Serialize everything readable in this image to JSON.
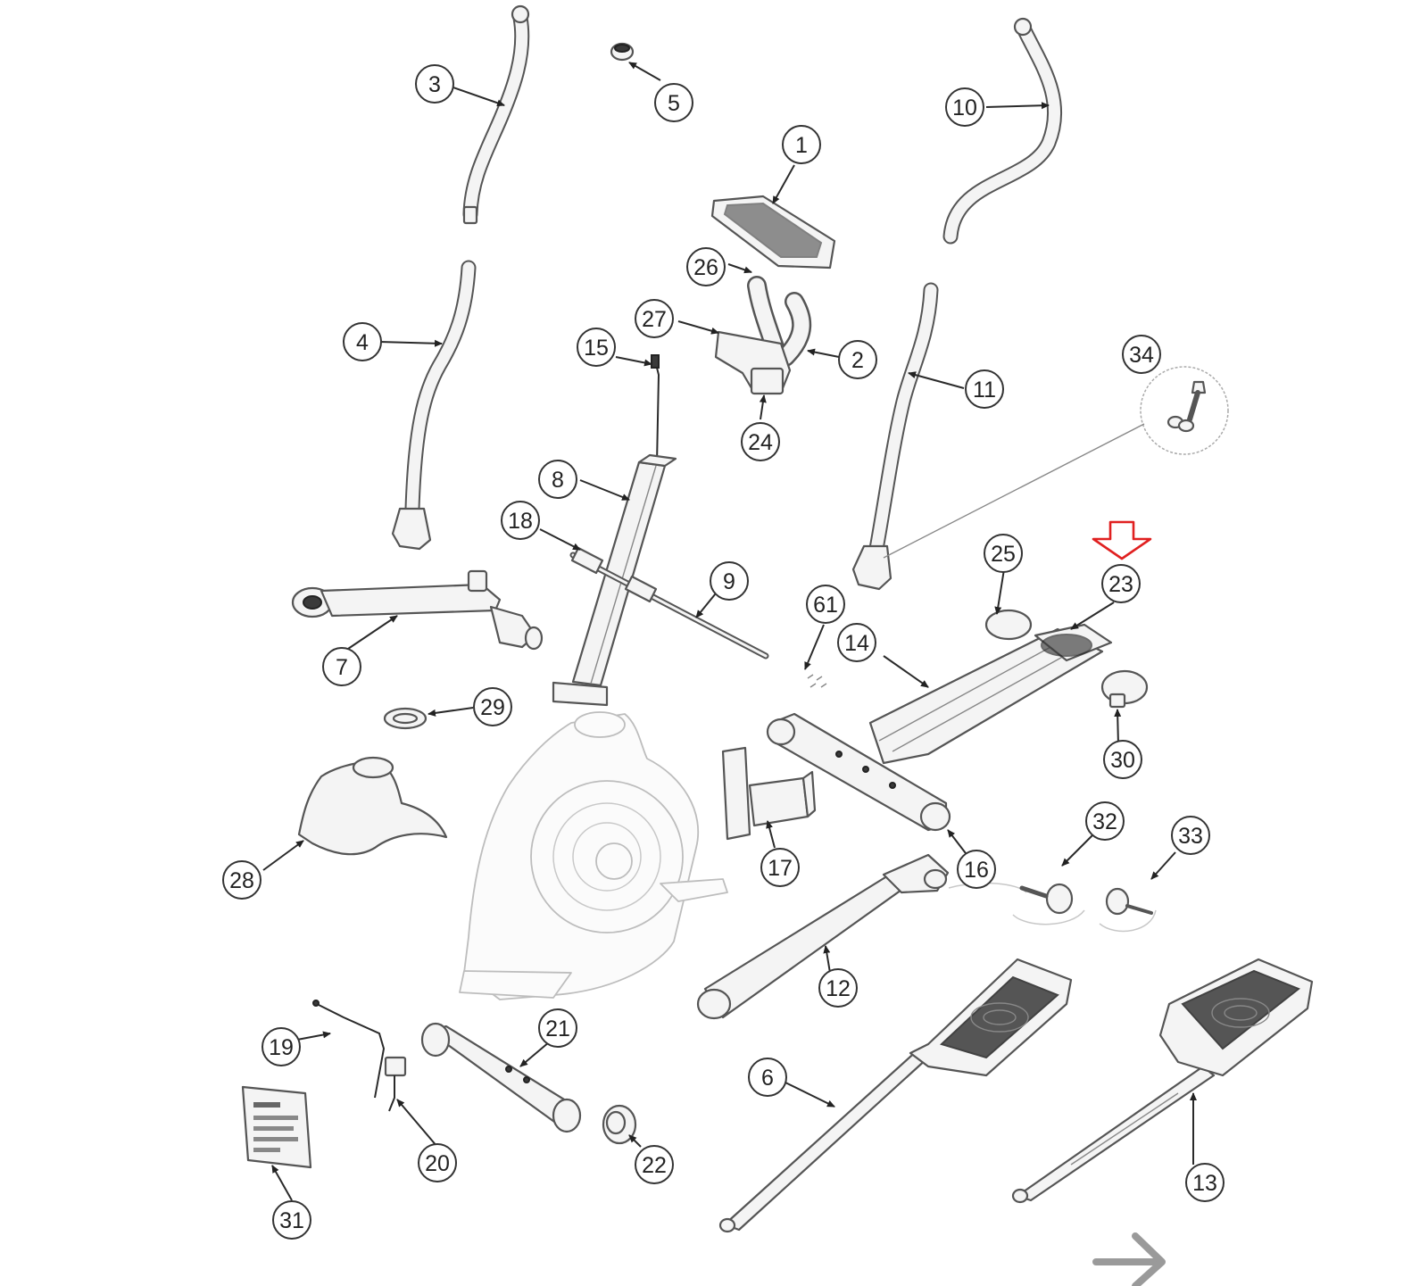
{
  "diagram": {
    "callouts": [
      {
        "id": "c1",
        "label": "1"
      },
      {
        "id": "c2",
        "label": "2"
      },
      {
        "id": "c3",
        "label": "3"
      },
      {
        "id": "c4",
        "label": "4"
      },
      {
        "id": "c5",
        "label": "5"
      },
      {
        "id": "c6",
        "label": "6"
      },
      {
        "id": "c7",
        "label": "7"
      },
      {
        "id": "c8",
        "label": "8"
      },
      {
        "id": "c9",
        "label": "9"
      },
      {
        "id": "c10",
        "label": "10"
      },
      {
        "id": "c11",
        "label": "11"
      },
      {
        "id": "c12",
        "label": "12"
      },
      {
        "id": "c13",
        "label": "13"
      },
      {
        "id": "c14",
        "label": "14"
      },
      {
        "id": "c15",
        "label": "15"
      },
      {
        "id": "c16",
        "label": "16"
      },
      {
        "id": "c17",
        "label": "17"
      },
      {
        "id": "c18",
        "label": "18"
      },
      {
        "id": "c19",
        "label": "19"
      },
      {
        "id": "c20",
        "label": "20"
      },
      {
        "id": "c21",
        "label": "21"
      },
      {
        "id": "c22",
        "label": "22"
      },
      {
        "id": "c23",
        "label": "23"
      },
      {
        "id": "c24",
        "label": "24"
      },
      {
        "id": "c25",
        "label": "25"
      },
      {
        "id": "c26",
        "label": "26"
      },
      {
        "id": "c27",
        "label": "27"
      },
      {
        "id": "c28",
        "label": "28"
      },
      {
        "id": "c29",
        "label": "29"
      },
      {
        "id": "c30",
        "label": "30"
      },
      {
        "id": "c31",
        "label": "31"
      },
      {
        "id": "c32",
        "label": "32"
      },
      {
        "id": "c33",
        "label": "33"
      },
      {
        "id": "c34",
        "label": "34"
      },
      {
        "id": "c61",
        "label": "61"
      }
    ],
    "highlight_marker": {
      "target": "23",
      "icon": "down-arrow-icon",
      "color": "#e02020"
    },
    "next_arrow": {
      "icon": "right-arrow-icon",
      "color": "#9a9a9a"
    }
  }
}
